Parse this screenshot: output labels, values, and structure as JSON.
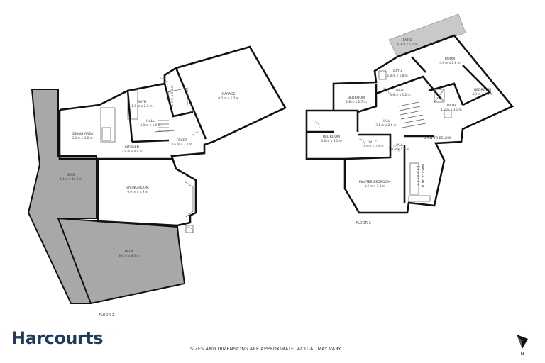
{
  "brand": {
    "name": "Harcourts",
    "color": "#1e3a5f"
  },
  "disclaimer": "SIZES AND DIMENSIONS ARE APPROXIMATE, ACTUAL MAY VARY.",
  "compass": {
    "label": "N",
    "icon": "north-arrow-icon"
  },
  "floor1": {
    "label": "FLOOR 1",
    "rooms": {
      "garage": {
        "name": "GARAGE",
        "dims": "9.0 m x 5.3 m"
      },
      "bath": {
        "name": "BATH",
        "dims": "1.8 m x 2.0 m"
      },
      "wic": {
        "name": "W.I.C.",
        "dims": "1.7 m x 1.1 m"
      },
      "hall": {
        "name": "HALL",
        "dims": "3.0 m x 1.9 m"
      },
      "dining": {
        "name": "DINING AREA",
        "dims": "3.2 m x 3.6 m"
      },
      "kitchen": {
        "name": "KITCHEN",
        "dims": "2.8 m x 4.9 m"
      },
      "foyer": {
        "name": "FOYER",
        "dims": "3.6 m x 2.2 m"
      },
      "living": {
        "name": "LIVING ROOM",
        "dims": "6.6 m x 4.9 m"
      },
      "deck_small": {
        "name": "DECK",
        "dims": "4.1 m x 10.9 m"
      },
      "deck_large": {
        "name": "DECK",
        "dims": "8.6 m x 6.0 m"
      }
    }
  },
  "floor2": {
    "label": "FLOOR 2",
    "rooms": {
      "patio": {
        "name": "PATIO",
        "dims": "6.3 m x 1.7 m"
      },
      "room": {
        "name": "ROOM",
        "dims": "4.6 m x 2.8 m"
      },
      "bath_top": {
        "name": "BATH",
        "dims": "2.8 m x 1.8 m"
      },
      "hall_top": {
        "name": "HALL",
        "dims": "3.6 m x 1.2 m"
      },
      "bedroom_top": {
        "name": "BEDROOM",
        "dims": "2.8 m x 2.7 m"
      },
      "bedroom_right": {
        "name": "BEDROOM",
        "dims": "3.3 m x 3.3 m"
      },
      "bath_right": {
        "name": "BATH",
        "dims": "1.2 m x 3.1 m"
      },
      "hall_mid": {
        "name": "HALL",
        "dims": "3.1 m x 2.0 m"
      },
      "open_below": {
        "name": "OPEN TO BELOW",
        "dims": ""
      },
      "bedroom_left": {
        "name": "BEDROOM",
        "dims": "3.6 m x 3.1 m"
      },
      "wic": {
        "name": "W.I.C.",
        "dims": "2.4 m x 2.0 m"
      },
      "hall_small": {
        "name": "HALL",
        "dims": "1.0 m x 1.8 m"
      },
      "master_bath": {
        "name": "MASTER BATH",
        "dims": "1.8 m x 4.3 m"
      },
      "master_bedroom": {
        "name": "MASTER BEDROOM",
        "dims": "4.2 m x 3.8 m"
      }
    }
  }
}
